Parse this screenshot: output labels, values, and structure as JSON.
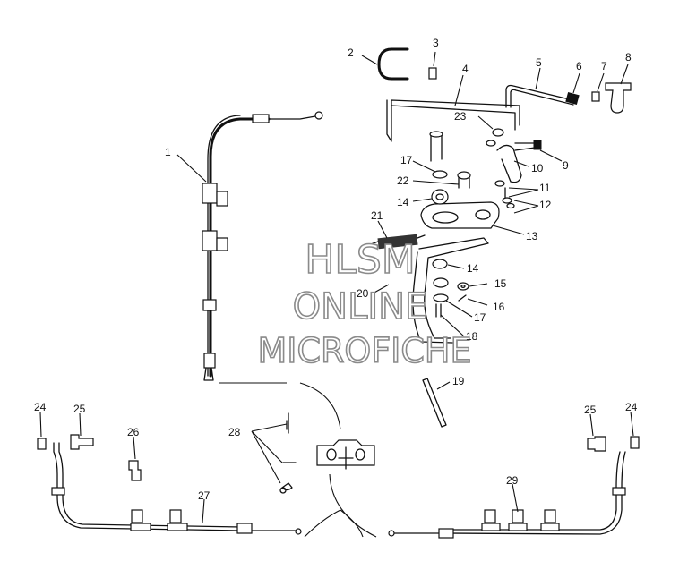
{
  "watermark": {
    "line1": "HLSM",
    "line2": "ONLINE",
    "line3": "MICROFICHE"
  },
  "callouts": {
    "c1": "1",
    "c2": "2",
    "c3": "3",
    "c4": "4",
    "c5": "5",
    "c6": "6",
    "c7": "7",
    "c8": "8",
    "c9": "9",
    "c10": "10",
    "c11": "11",
    "c12": "12",
    "c13": "13",
    "c14a": "14",
    "c14b": "14",
    "c15": "15",
    "c16": "16",
    "c17a": "17",
    "c17b": "17",
    "c18": "18",
    "c19": "19",
    "c20": "20",
    "c21": "21",
    "c22": "22",
    "c23": "23",
    "c24a": "24",
    "c24b": "24",
    "c25a": "25",
    "c25b": "25",
    "c26": "26",
    "c27": "27",
    "c28": "28",
    "c29": "29"
  }
}
